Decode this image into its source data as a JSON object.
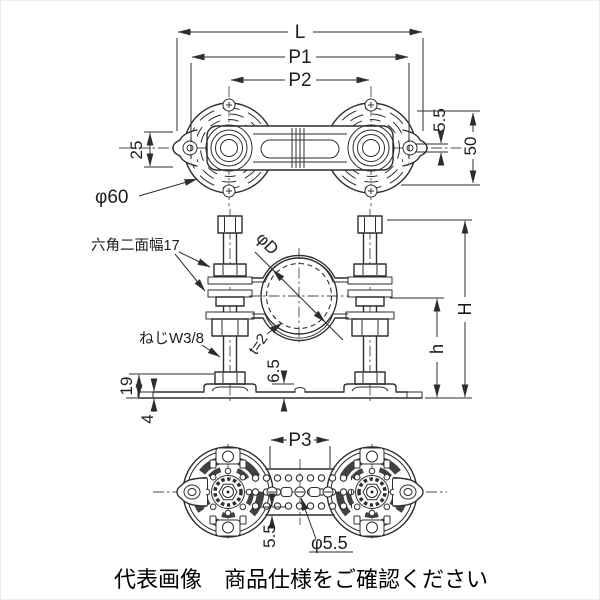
{
  "drawing": {
    "background": "#ffffff",
    "line_color": "#2e2e2e",
    "top_view": {
      "L": "L",
      "P1": "P1",
      "P2": "P2",
      "d25": "25",
      "d55": "5.5",
      "d50": "50",
      "phi60": "φ60"
    },
    "front_view": {
      "hex_note": "六角二面幅17",
      "screw_note": "ねじW3/8",
      "phiD": "φD",
      "t2": "t=2",
      "d65": "6.5",
      "d19": "19",
      "d4": "4",
      "H": "H",
      "h": "h"
    },
    "bottom_view": {
      "P3": "P3",
      "d55": "5.5",
      "phi55": "φ5.5"
    },
    "footer_note": "代表画像　商品仕様をご確認ください"
  }
}
